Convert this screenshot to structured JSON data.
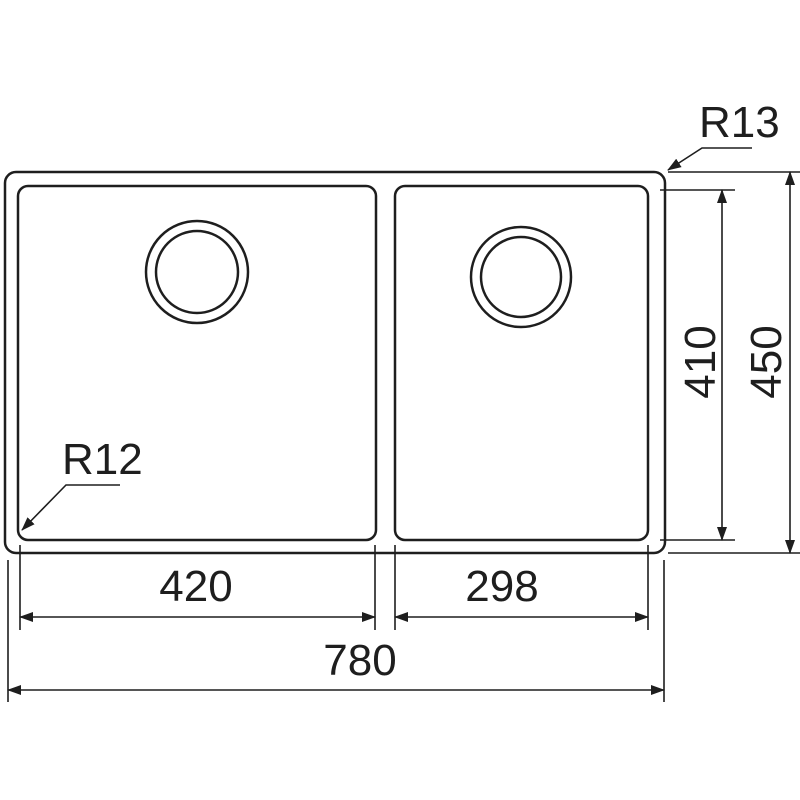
{
  "dimensions": {
    "left_bowl_width": "420",
    "right_bowl_width": "298",
    "overall_width": "780",
    "bowl_depth": "410",
    "overall_depth": "450",
    "outer_radius": "R13",
    "inner_radius": "R12"
  },
  "colors": {
    "line": "#1e1e1e",
    "background": "#ffffff"
  }
}
